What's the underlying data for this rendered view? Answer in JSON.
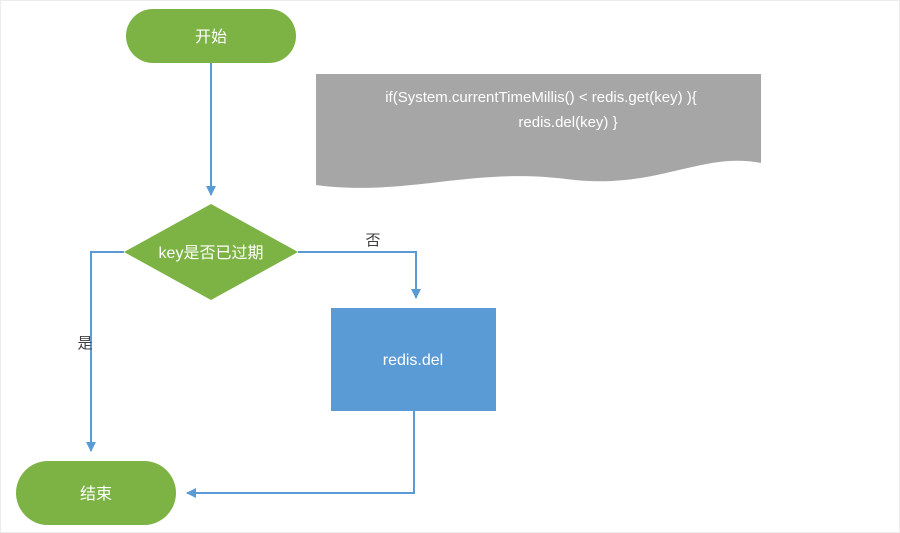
{
  "diagram": {
    "title": "redis key expiry flowchart",
    "start_node": {
      "label": "开始"
    },
    "note": {
      "line1": "if(System.currentTimeMillis() < redis.get(key) ){",
      "line2": "redis.del(key) }"
    },
    "decision_node": {
      "label": "key是否已过期"
    },
    "process_node": {
      "label": "redis.del"
    },
    "end_node": {
      "label": "结束"
    },
    "edges": {
      "no_label": "否",
      "yes_label": "是"
    },
    "colors": {
      "green": "#7CB344",
      "blue": "#5B9BD5",
      "gray": "#A6A6A6",
      "arrow": "#5B9BD5"
    }
  }
}
